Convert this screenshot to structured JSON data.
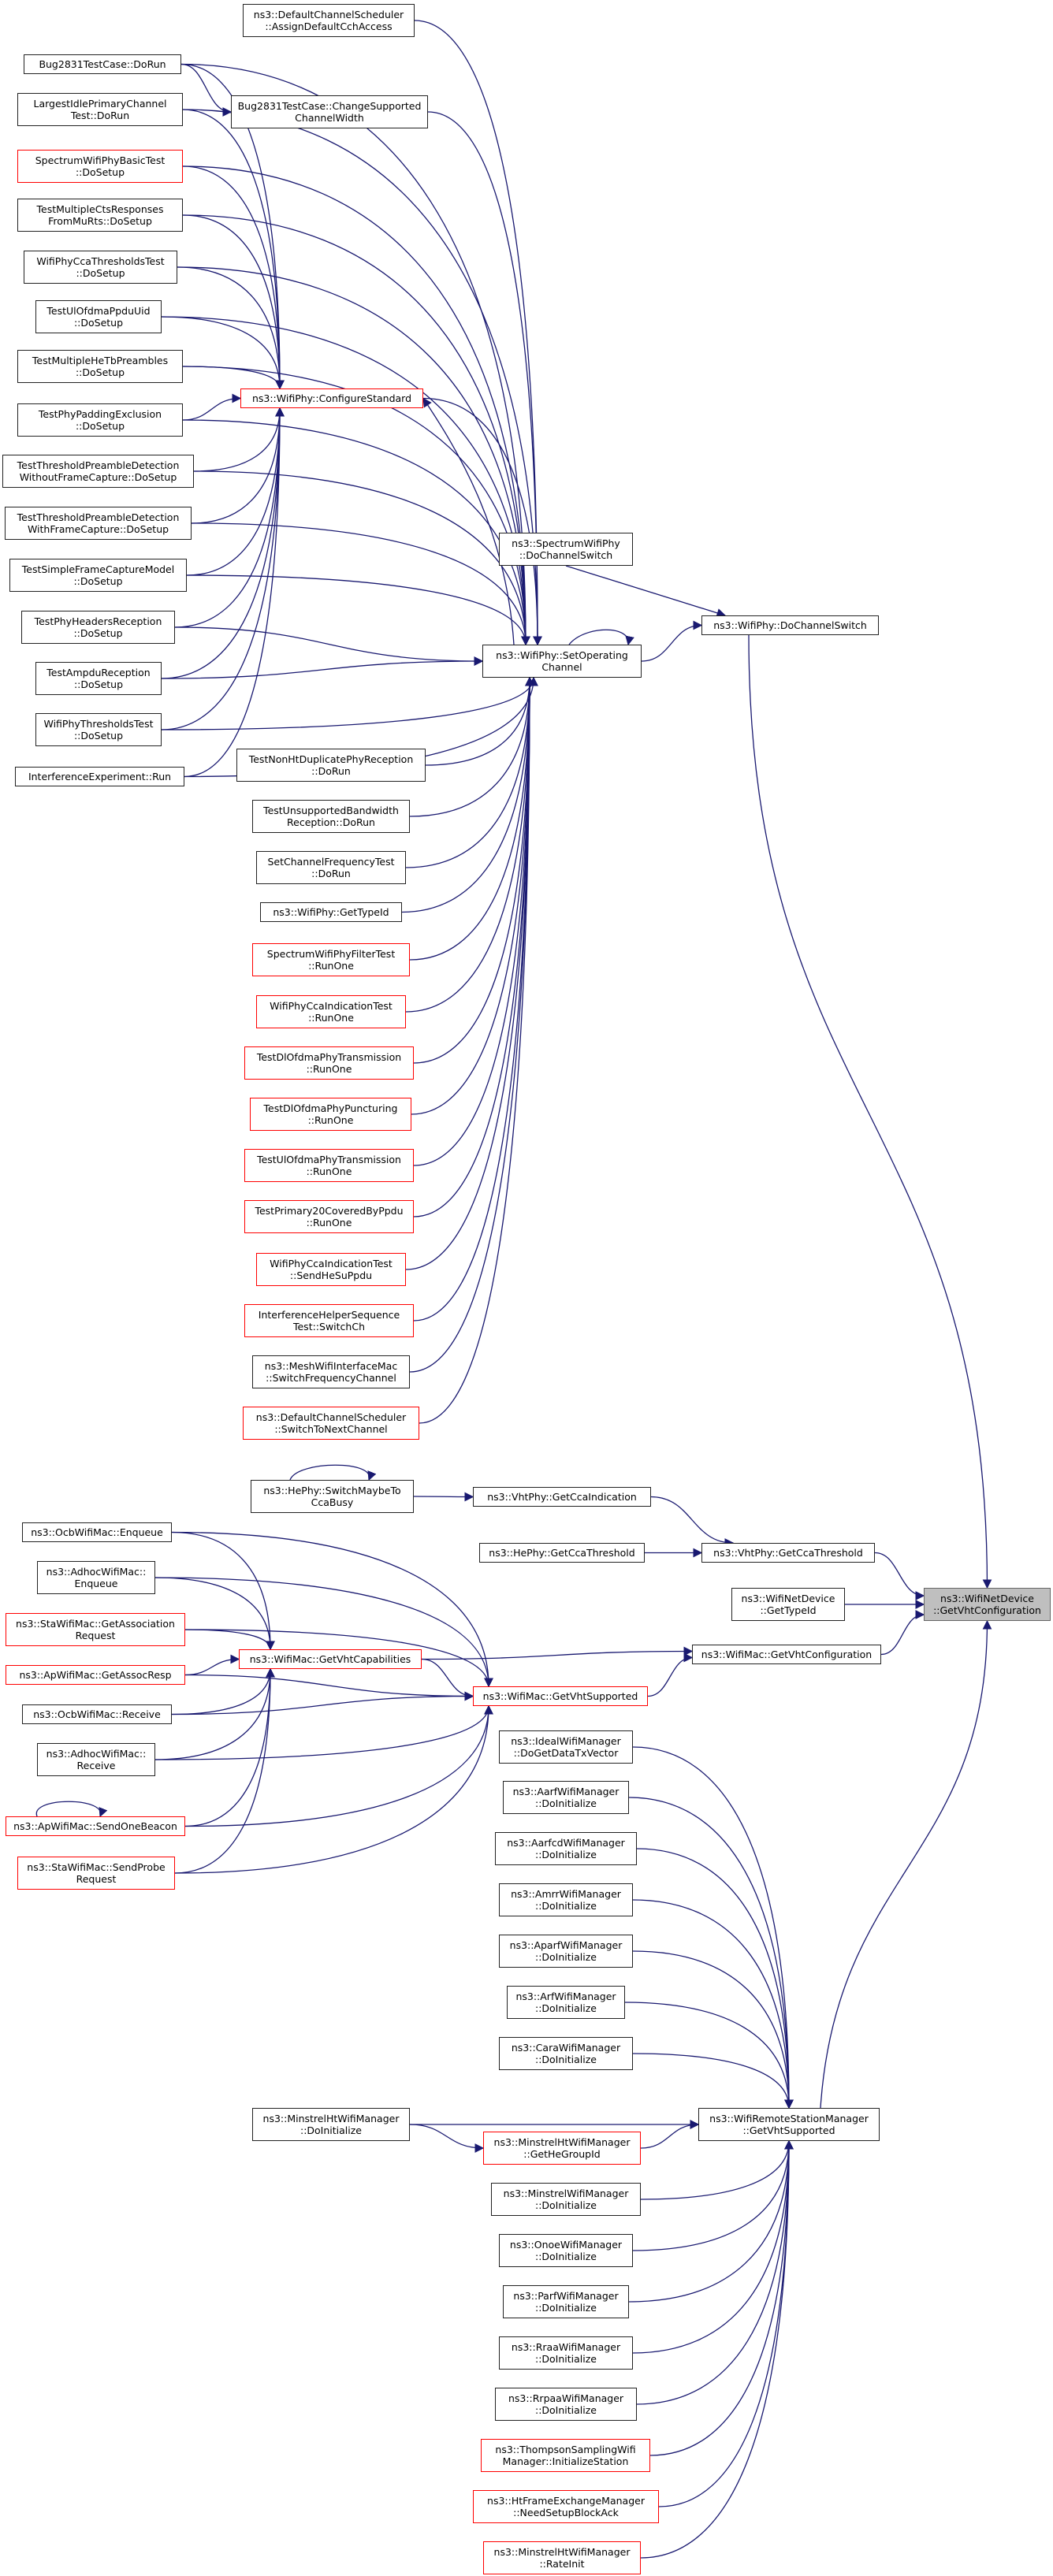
{
  "title": "ns3::WifiNetDevice::GetVhtConfiguration caller graph",
  "colors": {
    "edge": "#191970",
    "node_border": "#222222",
    "red_border": "#ff0000",
    "focus_fill": "#bfbfbf"
  },
  "nodes": {
    "n1": {
      "lines": [
        "ns3::DefaultChannelScheduler",
        "::AssignDefaultCchAccess"
      ]
    },
    "n2": {
      "lines": [
        "Bug2831TestCase::DoRun"
      ]
    },
    "n3": {
      "lines": [
        "LargestIdlePrimaryChannel",
        "Test::DoRun"
      ]
    },
    "n4": {
      "lines": [
        "Bug2831TestCase::ChangeSupported",
        "ChannelWidth"
      ]
    },
    "n5": {
      "lines": [
        "SpectrumWifiPhyBasicTest",
        "::DoSetup"
      ]
    },
    "n6": {
      "lines": [
        "TestMultipleCtsResponses",
        "FromMuRts::DoSetup"
      ]
    },
    "n7": {
      "lines": [
        "WifiPhyCcaThresholdsTest",
        "::DoSetup"
      ]
    },
    "n8": {
      "lines": [
        "TestUlOfdmaPpduUid",
        "::DoSetup"
      ]
    },
    "n9": {
      "lines": [
        "TestMultipleHeTbPreambles",
        "::DoSetup"
      ]
    },
    "n10": {
      "lines": [
        "ns3::WifiPhy::ConfigureStandard"
      ]
    },
    "n11": {
      "lines": [
        "TestPhyPaddingExclusion",
        "::DoSetup"
      ]
    },
    "n12": {
      "lines": [
        "TestThresholdPreambleDetection",
        "WithoutFrameCapture::DoSetup"
      ]
    },
    "n13": {
      "lines": [
        "TestThresholdPreambleDetection",
        "WithFrameCapture::DoSetup"
      ]
    },
    "n14": {
      "lines": [
        "ns3::SpectrumWifiPhy",
        "::DoChannelSwitch"
      ]
    },
    "n15": {
      "lines": [
        "TestSimpleFrameCaptureModel",
        "::DoSetup"
      ]
    },
    "n16": {
      "lines": [
        "ns3::WifiPhy::DoChannelSwitch"
      ]
    },
    "n17": {
      "lines": [
        "TestPhyHeadersReception",
        "::DoSetup"
      ]
    },
    "n18": {
      "lines": [
        "ns3::WifiPhy::SetOperating",
        "Channel"
      ]
    },
    "n19": {
      "lines": [
        "TestAmpduReception",
        "::DoSetup"
      ]
    },
    "n20": {
      "lines": [
        "WifiPhyThresholdsTest",
        "::DoSetup"
      ]
    },
    "n21": {
      "lines": [
        "InterferenceExperiment::Run"
      ]
    },
    "n22": {
      "lines": [
        "TestNonHtDuplicatePhyReception",
        "::DoRun"
      ]
    },
    "n23": {
      "lines": [
        "TestUnsupportedBandwidth",
        "Reception::DoRun"
      ]
    },
    "n24": {
      "lines": [
        "SetChannelFrequencyTest",
        "::DoRun"
      ]
    },
    "n25": {
      "lines": [
        "ns3::WifiPhy::GetTypeId"
      ]
    },
    "n26": {
      "lines": [
        "SpectrumWifiPhyFilterTest",
        "::RunOne"
      ]
    },
    "n27": {
      "lines": [
        "WifiPhyCcaIndicationTest",
        "::RunOne"
      ]
    },
    "n28": {
      "lines": [
        "TestDlOfdmaPhyTransmission",
        "::RunOne"
      ]
    },
    "n29": {
      "lines": [
        "TestDlOfdmaPhyPuncturing",
        "::RunOne"
      ]
    },
    "n30": {
      "lines": [
        "TestUlOfdmaPhyTransmission",
        "::RunOne"
      ]
    },
    "n31": {
      "lines": [
        "TestPrimary20CoveredByPpdu",
        "::RunOne"
      ]
    },
    "n32": {
      "lines": [
        "WifiPhyCcaIndicationTest",
        "::SendHeSuPpdu"
      ]
    },
    "n33": {
      "lines": [
        "InterferenceHelperSequence",
        "Test::SwitchCh"
      ]
    },
    "n34": {
      "lines": [
        "ns3::MeshWifiInterfaceMac",
        "::SwitchFrequencyChannel"
      ]
    },
    "n35": {
      "lines": [
        "ns3::DefaultChannelScheduler",
        "::SwitchToNextChannel"
      ]
    },
    "n36": {
      "lines": [
        "ns3::HePhy::SwitchMaybeTo",
        "CcaBusy"
      ]
    },
    "n37": {
      "lines": [
        "ns3::VhtPhy::GetCcaIndication"
      ]
    },
    "n38": {
      "lines": [
        "ns3::HePhy::GetCcaThreshold"
      ]
    },
    "n39": {
      "lines": [
        "ns3::VhtPhy::GetCcaThreshold"
      ]
    },
    "n40": {
      "lines": [
        "ns3::WifiNetDevice",
        "::GetTypeId"
      ]
    },
    "n41": {
      "lines": [
        "ns3::WifiNetDevice",
        "::GetVhtConfiguration"
      ]
    },
    "n42": {
      "lines": [
        "ns3::OcbWifiMac::Enqueue"
      ]
    },
    "n43": {
      "lines": [
        "ns3::AdhocWifiMac::",
        "Enqueue"
      ]
    },
    "n44": {
      "lines": [
        "ns3::StaWifiMac::GetAssociation",
        "Request"
      ]
    },
    "n45": {
      "lines": [
        "ns3::WifiMac::GetVhtCapabilities"
      ]
    },
    "n46": {
      "lines": [
        "ns3::ApWifiMac::GetAssocResp"
      ]
    },
    "n47": {
      "lines": [
        "ns3::WifiMac::GetVhtConfiguration"
      ]
    },
    "n48": {
      "lines": [
        "ns3::WifiMac::GetVhtSupported"
      ]
    },
    "n49": {
      "lines": [
        "ns3::OcbWifiMac::Receive"
      ]
    },
    "n50": {
      "lines": [
        "ns3::AdhocWifiMac::",
        "Receive"
      ]
    },
    "n51": {
      "lines": [
        "ns3::ApWifiMac::SendOneBeacon"
      ]
    },
    "n52": {
      "lines": [
        "ns3::StaWifiMac::SendProbe",
        "Request"
      ]
    },
    "n53": {
      "lines": [
        "ns3::IdealWifiManager",
        "::DoGetDataTxVector"
      ]
    },
    "n54": {
      "lines": [
        "ns3::AarfWifiManager",
        "::DoInitialize"
      ]
    },
    "n55": {
      "lines": [
        "ns3::AarfcdWifiManager",
        "::DoInitialize"
      ]
    },
    "n56": {
      "lines": [
        "ns3::AmrrWifiManager",
        "::DoInitialize"
      ]
    },
    "n57": {
      "lines": [
        "ns3::AparfWifiManager",
        "::DoInitialize"
      ]
    },
    "n58": {
      "lines": [
        "ns3::ArfWifiManager",
        "::DoInitialize"
      ]
    },
    "n59": {
      "lines": [
        "ns3::CaraWifiManager",
        "::DoInitialize"
      ]
    },
    "n60": {
      "lines": [
        "ns3::MinstrelHtWifiManager",
        "::DoInitialize"
      ]
    },
    "n61": {
      "lines": [
        "ns3::WifiRemoteStationManager",
        "::GetVhtSupported"
      ]
    },
    "n62": {
      "lines": [
        "ns3::MinstrelHtWifiManager",
        "::GetHeGroupId"
      ]
    },
    "n63": {
      "lines": [
        "ns3::MinstrelWifiManager",
        "::DoInitialize"
      ]
    },
    "n64": {
      "lines": [
        "ns3::OnoeWifiManager",
        "::DoInitialize"
      ]
    },
    "n65": {
      "lines": [
        "ns3::ParfWifiManager",
        "::DoInitialize"
      ]
    },
    "n66": {
      "lines": [
        "ns3::RraaWifiManager",
        "::DoInitialize"
      ]
    },
    "n67": {
      "lines": [
        "ns3::RrpaaWifiManager",
        "::DoInitialize"
      ]
    },
    "n68": {
      "lines": [
        "ns3::ThompsonSamplingWifi",
        "Manager::InitializeStation"
      ]
    },
    "n69": {
      "lines": [
        "ns3::HtFrameExchangeManager",
        "::NeedSetupBlockAck"
      ]
    },
    "n70": {
      "lines": [
        "ns3::MinstrelHtWifiManager",
        "::RateInit"
      ]
    }
  }
}
